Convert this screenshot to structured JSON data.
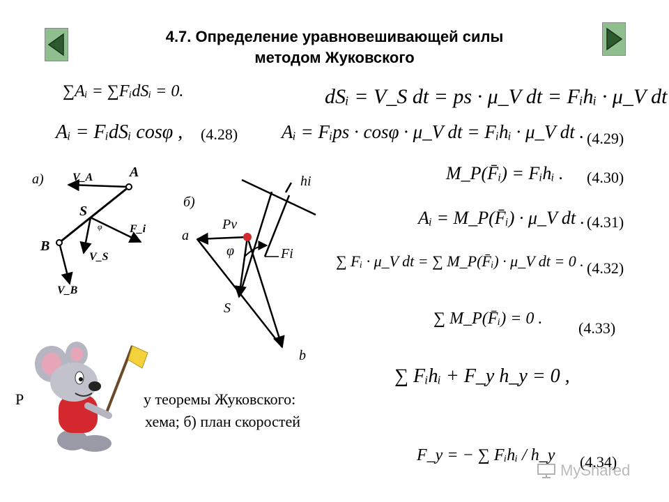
{
  "title": {
    "line1": "4.7. Определение уравновешивающей силы",
    "line2": "методом Жуковского"
  },
  "navigation": {
    "prev_icon": "triangle-left-icon",
    "next_icon": "triangle-right-icon",
    "accent_color": "#8fbf8f"
  },
  "equations": {
    "sum_work": "∑Aᵢ = ∑FᵢdSᵢ = 0.",
    "ds": "dSᵢ = V_S dt = ps · μ_V dt = Fᵢhᵢ · μ_V dt ,",
    "work_cos": "Aᵢ = FᵢdSᵢ cosφ ,",
    "work_cos_expanded": "Aᵢ = Fᵢps · cosφ · μ_V dt = Fᵢhᵢ · μ_V dt .",
    "moment": "M_P(F̄ᵢ) = Fᵢhᵢ .",
    "work_moment": "Aᵢ = M_P(F̄ᵢ) · μ_V dt .",
    "sum_eq": "∑ Fᵢ · μ_V dt = ∑ M_P(F̄ᵢ) · μ_V dt = 0 .",
    "sum_moment": "∑ M_P(F̄ᵢ) = 0 .",
    "balance": "∑ Fᵢhᵢ + F_y h_y = 0 ,",
    "fy": "F_y = − ∑ Fᵢhᵢ / h_y"
  },
  "equation_numbers": {
    "n428": "(4.28)",
    "n429": "(4.29)",
    "n430": "(4.30)",
    "n431": "(4.31)",
    "n432": "(4.32)",
    "n433": "(4.33)",
    "n434": "(4.34)"
  },
  "figure_a": {
    "label": "а)",
    "points": [
      "A",
      "B",
      "S"
    ],
    "vectors": [
      "V_A",
      "V_B",
      "V_S",
      "F_i"
    ],
    "angle": "φ"
  },
  "figure_b": {
    "label": "б)",
    "points": [
      "a",
      "b",
      "S"
    ],
    "pole": "Pv",
    "arm": "hi",
    "force": "Fi",
    "angle": "φ"
  },
  "caption": {
    "line1_start": "Р",
    "line1_end": "у теоремы Жуковского:",
    "line2_end": "хема;  б) план скоростей"
  },
  "watermark": {
    "text": "MyShared",
    "icon": "mouse-mascot-icon"
  }
}
